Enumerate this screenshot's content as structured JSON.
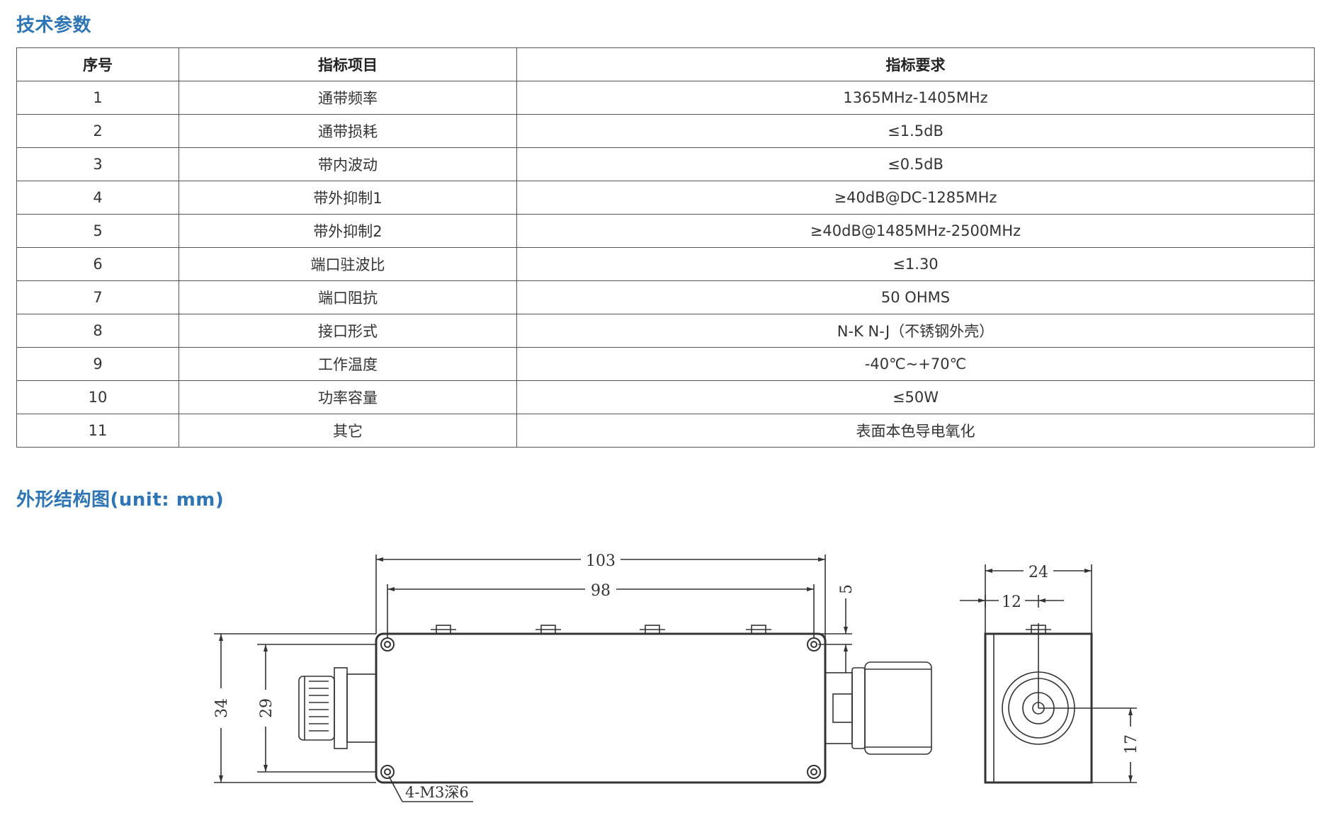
{
  "section1_title": "技术参数",
  "section2_title": "外形结构图(unit: mm)",
  "table": {
    "headers": [
      "序号",
      "指标项目",
      "指标要求"
    ],
    "rows": [
      [
        "1",
        "通带频率",
        "1365MHz-1405MHz"
      ],
      [
        "2",
        "通带损耗",
        "≤1.5dB"
      ],
      [
        "3",
        "带内波动",
        "≤0.5dB"
      ],
      [
        "4",
        "带外抑制1",
        "≥40dB@DC-1285MHz"
      ],
      [
        "5",
        "带外抑制2",
        "≥40dB@1485MHz-2500MHz"
      ],
      [
        "6",
        "端口驻波比",
        "≤1.30"
      ],
      [
        "7",
        "端口阻抗",
        "50 OHMS"
      ],
      [
        "8",
        "接口形式",
        "N-K  N-J（不锈钢外壳）"
      ],
      [
        "9",
        "工作温度",
        "-40℃~+70℃"
      ],
      [
        "10",
        "功率容量",
        "≤50W"
      ],
      [
        "11",
        "其它",
        "表面本色导电氧化"
      ]
    ]
  },
  "drawing": {
    "dim_overall_length": "103",
    "dim_inner_length": "98",
    "dim_top_offset": "5",
    "dim_height": "34",
    "dim_inner_height": "29",
    "dim_width": "24",
    "dim_half_width": "12",
    "dim_connector_height": "17",
    "hole_note": "4-M3深6"
  }
}
